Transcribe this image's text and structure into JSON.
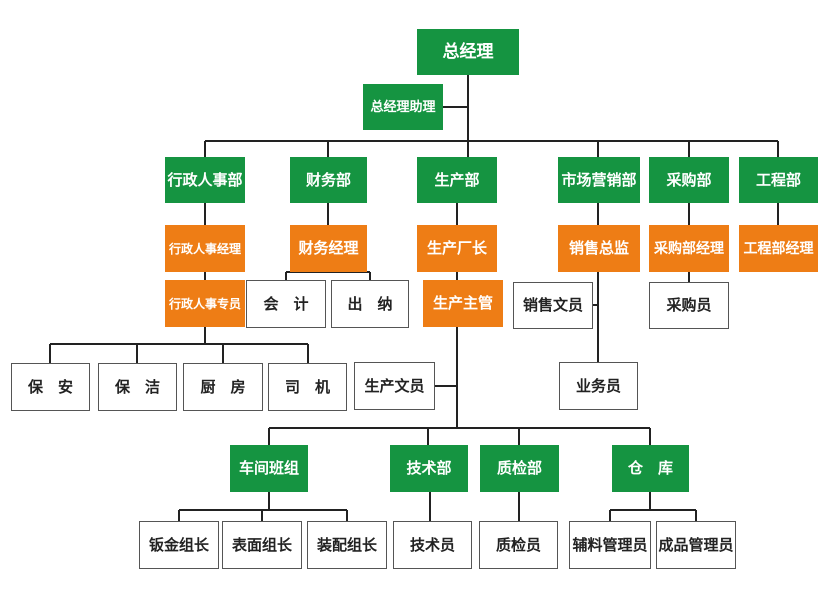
{
  "colors": {
    "green": "#159441",
    "orange": "#ee7d15",
    "line": "#222222"
  },
  "nodes": {
    "ceo": "总经理",
    "ceo_assistant": "总经理助理",
    "admin_hr": "行政人事部",
    "finance": "财务部",
    "production": "生产部",
    "marketing": "市场营销部",
    "purchasing": "采购部",
    "engineering": "工程部",
    "admin_hr_manager": "行政人事经理",
    "finance_manager": "财务经理",
    "plant_manager": "生产厂长",
    "sales_director": "销售总监",
    "purchasing_manager": "采购部经理",
    "engineering_manager": "工程部经理",
    "admin_hr_specialist": "行政人事专员",
    "accountant": "会　计",
    "cashier": "出　纳",
    "production_supervisor": "生产主管",
    "sales_clerk": "销售文员",
    "purchaser": "采购员",
    "security": "保　安",
    "cleaning": "保　洁",
    "kitchen": "厨　房",
    "driver": "司　机",
    "production_clerk": "生产文员",
    "salesperson": "业务员",
    "workshop_team": "车间班组",
    "tech_dept": "技术部",
    "qc_dept": "质检部",
    "warehouse": "仓　库",
    "sheet_metal_team": "钣金组长",
    "surface_team": "表面组长",
    "assembly_team": "装配组长",
    "technician": "技术员",
    "inspector": "质检员",
    "aux_material_admin": "辅料管理员",
    "finished_goods_admin": "成品管理员"
  }
}
